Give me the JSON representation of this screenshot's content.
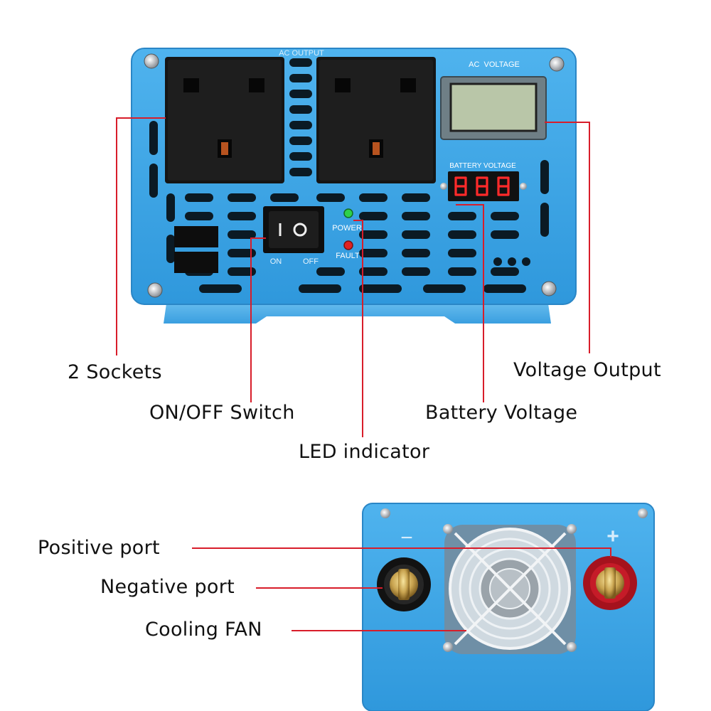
{
  "front": {
    "ac_output": "AC OUTPUT",
    "ac_voltage": "AC  VOLTAGE",
    "battery_voltage_panel": "BATTERY VOLTAGE",
    "power_led": "POWER",
    "fault_led": "FAULT",
    "switch_on": "ON",
    "switch_off": "OFF"
  },
  "rear": {
    "minus_sign": "−",
    "plus_sign": "+"
  },
  "callouts": {
    "sockets": "2 Sockets",
    "switch": "ON/OFF Switch",
    "led": "LED indicator",
    "battery_voltage": "Battery Voltage",
    "voltage_output": "Voltage Output",
    "positive_port": "Positive port",
    "negative_port": "Negative port",
    "cooling_fan": "Cooling FAN"
  },
  "colors": {
    "housing": "#3da7e6",
    "callout_line": "#d81d2a",
    "lcd": "#b9c6a8",
    "led_digits": "#ff2a2a"
  }
}
